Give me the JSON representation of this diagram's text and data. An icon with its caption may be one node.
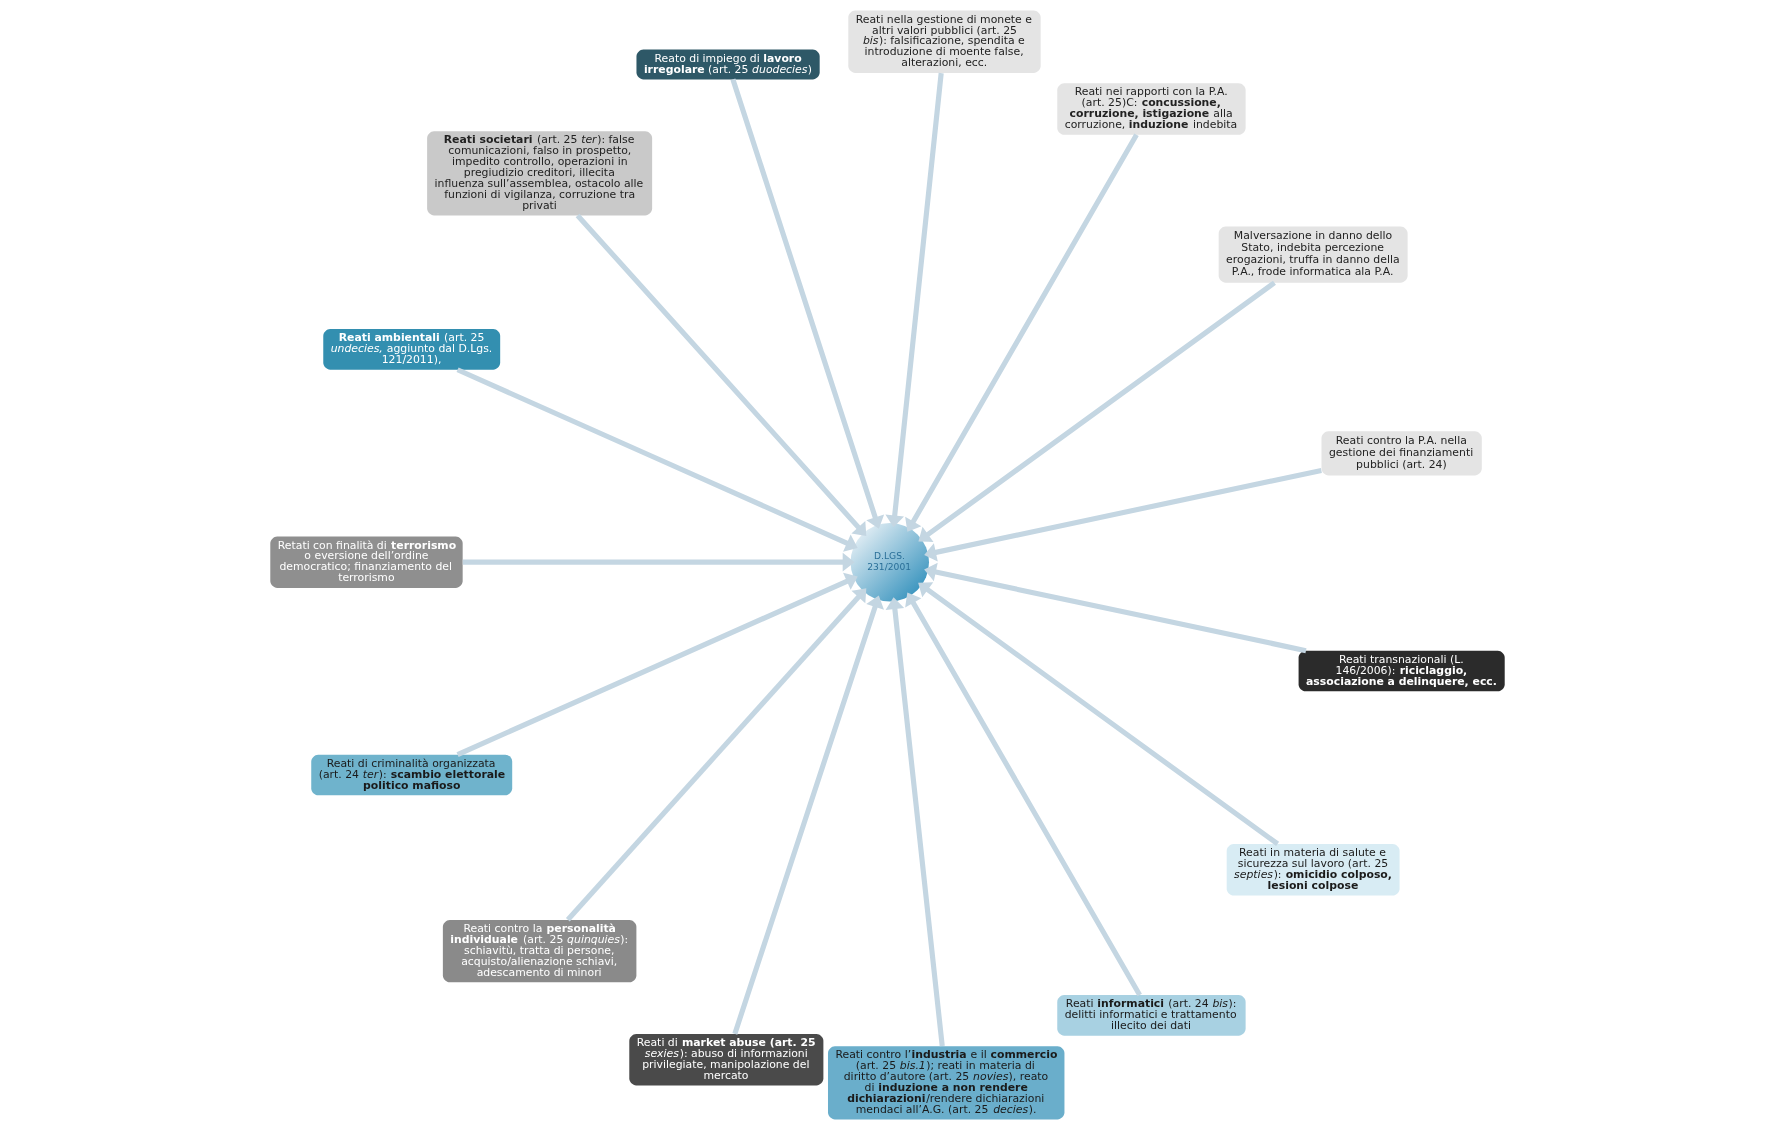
{
  "diagram": {
    "nodes": [
      {
        "text": [
          "D.LGS. 231/2001"
        ]
      },
      {
        "text": [
          "Reati contro la P.A. nella gestione dei finanziamenti pubblici (art. 24)"
        ]
      },
      {
        "text": [
          "Malversazione in danno dello Stato, indebita percezione erogazioni, truffa in danno della P.A., frode informatica ala P.A."
        ]
      },
      {
        "text": [
          "Reati nei rapporti con la P.A. (art. 25)C: **concussione, corruzione, istigazione** alla corruzione, **induzione** indebita"
        ]
      },
      {
        "text": [
          "Reati nella gestione di monete e altri valori pubblici (art. 25 *bis*): falsificazione, spendita e introduzione di moente false, alterazioni, ecc."
        ]
      },
      {
        "text": [
          "Reato di impiego di **lavoro irregolare** (art. 25 *duodecies*)"
        ]
      },
      {
        "text": [
          "**Reati societari** (art. 25 *ter*): false comunicazioni, falso in prospetto, impedito controllo, operazioni in pregiudizio creditori, illecita influenza sull’assemblea, ostacolo alle funzioni di vigilanza, corruzione tra privati"
        ]
      },
      {
        "text": [
          "**Reati ambientali** (art. 25 *undecies,* aggiunto dal D.Lgs. 121/2011),"
        ]
      },
      {
        "text": [
          "Retati con finalità di **terrorismo** o eversione dell’ordine democratico; finanziamento del terrorismo"
        ]
      },
      {
        "text": [
          "Reati di criminalità organizzata (art. 24 *ter*): **scambio elettorale politico mafioso**"
        ]
      },
      {
        "text": [
          "Reati contro la **personalità individuale** (art. 25 *quinquies*): schiavitù, tratta di persone, acquisto/alienazione schiavi, adescamento di minori"
        ]
      },
      {
        "text": [
          "Reati di **market abuse (art. 25** *sexies*): abuso di informazioni privilegiate, manipolazione del mercato"
        ]
      },
      {
        "text": [
          "Reati contro l’**industria** e il **commercio** (art. 25 *bis.1*); reati in materia di diritto d’autore (art. 25 *novies*), reato di **induzione a non rendere dichiarazioni**/rendere dichiarazioni mendaci all’A.G. (art. 25 *decies*)."
        ]
      },
      {
        "text": [
          "Reati **informatici** (art. 24 *bis*): delitti informatici e trattamento illecito dei dati"
        ]
      },
      {
        "text": [
          "Reati in materia di salute e sicurezza sul lavoro (art. 25 *septies*): **omicidio colposo, lesioni colpose**"
        ]
      },
      {
        "text": [
          "Reati transnazionali (L. 146/2006): **riciclaggio, associazione a delinquere, ecc.**"
        ]
      }
    ],
    "edges": [
      {
        "from": 1,
        "to": 0,
        "arrow": "to"
      },
      {
        "from": 2,
        "to": 0,
        "arrow": "to"
      },
      {
        "from": 3,
        "to": 0,
        "arrow": "to"
      },
      {
        "from": 4,
        "to": 0,
        "arrow": "to"
      },
      {
        "from": 5,
        "to": 0,
        "arrow": "to"
      },
      {
        "from": 6,
        "to": 0,
        "arrow": "to"
      },
      {
        "from": 7,
        "to": 0,
        "arrow": "to"
      },
      {
        "from": 8,
        "to": 0,
        "arrow": "to"
      },
      {
        "from": 9,
        "to": 0,
        "arrow": "to"
      },
      {
        "from": 10,
        "to": 0,
        "arrow": "to"
      },
      {
        "from": 11,
        "to": 0,
        "arrow": "to"
      },
      {
        "from": 12,
        "to": 0,
        "arrow": "to"
      },
      {
        "from": 13,
        "to": 0,
        "arrow": "to"
      },
      {
        "from": 14,
        "to": 0,
        "arrow": "to"
      },
      {
        "from": 15,
        "to": 0,
        "arrow": "to"
      }
    ]
  }
}
